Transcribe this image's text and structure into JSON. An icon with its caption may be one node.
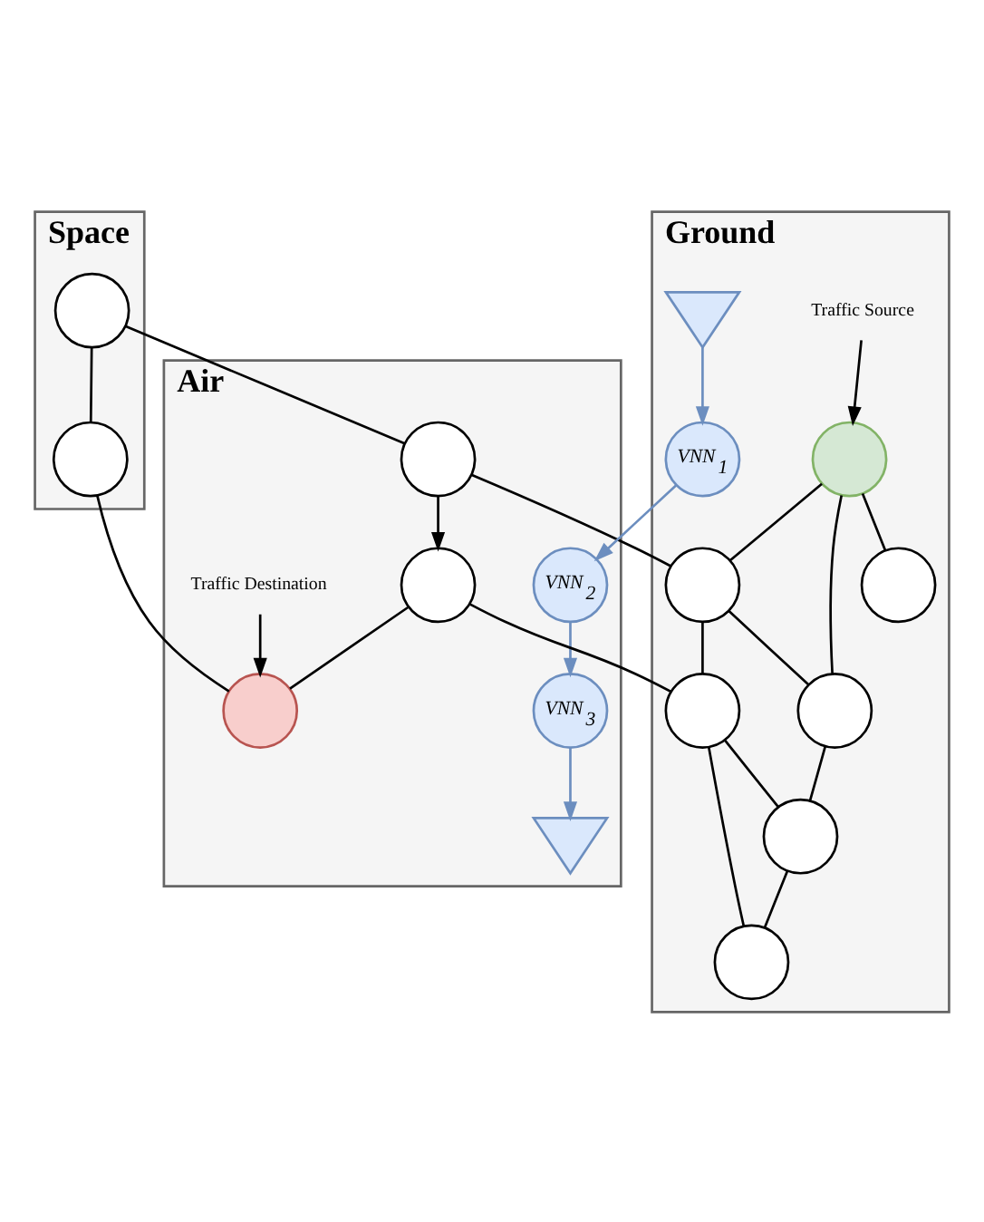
{
  "diagram": {
    "nodes": [
      {
        "text": [
          "Space"
        ]
      },
      {
        "text": [],
        "shape": "circle",
        "in": 0
      },
      {
        "text": [],
        "shape": "circle",
        "in": 0
      },
      {
        "text": [
          "Air"
        ]
      },
      {
        "text": [],
        "shape": "circle",
        "in": 3
      },
      {
        "text": [
          "VNN$_{2}$"
        ],
        "in": 3
      },
      {
        "text": [],
        "shape": "circle",
        "in": 3
      },
      {
        "text": [
          "VNN$_{3}$"
        ],
        "in": 3
      },
      {
        "text": [],
        "shape": "triangle",
        "in": 3
      },
      {
        "text": [],
        "shape": "circle",
        "in": 3
      },
      {
        "text": [
          "Traffic Destination"
        ],
        "in": 3
      },
      {
        "text": [
          "Ground"
        ]
      },
      {
        "text": [
          "Traffic Source"
        ],
        "in": 11
      },
      {
        "text": [],
        "shape": "triangle",
        "in": 11
      },
      {
        "text": [],
        "shape": "circle",
        "in": 11
      },
      {
        "text": [
          "VNN$_{1}$"
        ],
        "in": 11
      },
      {
        "text": [],
        "shape": "circle",
        "in": 11
      },
      {
        "text": [],
        "shape": "circle",
        "in": 11
      },
      {
        "text": [],
        "shape": "circle",
        "in": 11
      },
      {
        "text": [],
        "shape": "circle",
        "in": 11
      },
      {
        "text": [],
        "shape": "circle",
        "in": 11
      },
      {
        "text": [],
        "shape": "circle",
        "in": 11
      }
    ],
    "edges": [
      {
        "from": 1,
        "to": 2,
        "arrow": "none"
      },
      {
        "from": 1,
        "to": 4,
        "arrow": "none"
      },
      {
        "from": 2,
        "to": 9,
        "arrow": "none"
      },
      {
        "from": 4,
        "to": 6,
        "arrow": "to"
      },
      {
        "from": 6,
        "to": 9,
        "arrow": "none"
      },
      {
        "from": 10,
        "to": 9,
        "arrow": "to"
      },
      {
        "from": 5,
        "to": 7,
        "arrow": "to",
        "color": "#6c8ebf"
      },
      {
        "from": 7,
        "to": 8,
        "arrow": "to",
        "color": "#6c8ebf"
      },
      {
        "from": 15,
        "to": 5,
        "arrow": "to",
        "color": "#6c8ebf"
      },
      {
        "from": 13,
        "to": 15,
        "arrow": "to",
        "color": "#6c8ebf"
      },
      {
        "from": 4,
        "to": 16,
        "arrow": "none"
      },
      {
        "from": 6,
        "to": 17,
        "arrow": "none"
      },
      {
        "from": 12,
        "to": 14,
        "arrow": "to"
      },
      {
        "from": 14,
        "to": 16,
        "arrow": "none"
      },
      {
        "from": 14,
        "to": 18,
        "arrow": "none"
      },
      {
        "from": 14,
        "to": 19,
        "arrow": "none"
      },
      {
        "from": 16,
        "to": 19,
        "arrow": "none"
      },
      {
        "from": 16,
        "to": 17,
        "arrow": "none"
      },
      {
        "from": 17,
        "to": 20,
        "arrow": "none"
      },
      {
        "from": 17,
        "to": 21,
        "arrow": "none"
      },
      {
        "from": 19,
        "to": 20,
        "arrow": "none"
      },
      {
        "from": 20,
        "to": 21,
        "arrow": "none"
      }
    ]
  }
}
